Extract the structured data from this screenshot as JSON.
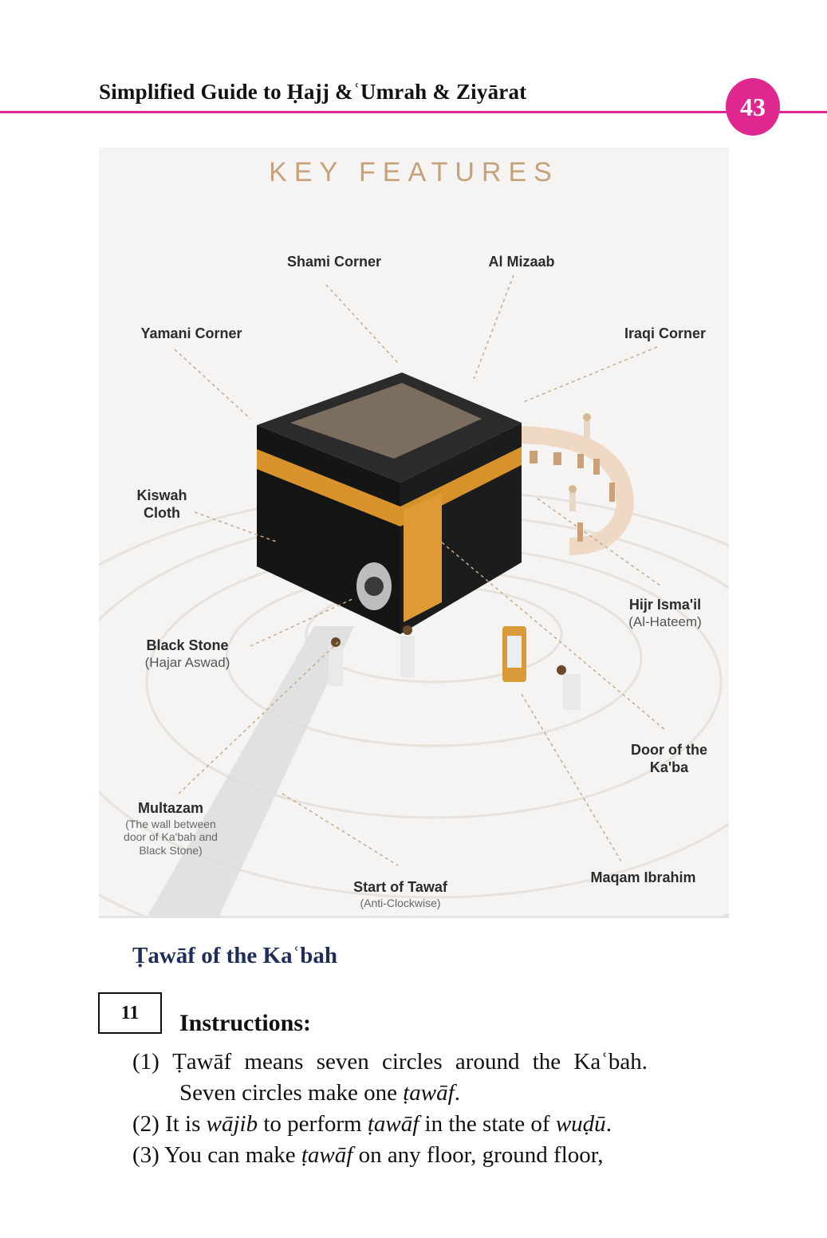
{
  "header": {
    "running_title": "Simplified Guide to Ḥajj &ʿUmrah & Ziyārat",
    "page_number": "43",
    "accent_color": "#e0268f"
  },
  "figure": {
    "title": "KEY FEATURES",
    "labels": {
      "shami_corner": "Shami Corner",
      "al_mizaab": "Al Mizaab",
      "yamani_corner": "Yamani Corner",
      "iraqi_corner": "Iraqi Corner",
      "kiswah_1": "Kiswah",
      "kiswah_2": "Cloth",
      "hijr_title": "Hijr Isma'il",
      "hijr_sub": "(Al-Hateem)",
      "black_stone_title": "Black Stone",
      "black_stone_sub": "(Hajar Aswad)",
      "door_1": "Door of the",
      "door_2": "Ka'ba",
      "multazam_title": "Multazam",
      "multazam_sub1": "(The wall between",
      "multazam_sub2": "door of Ka'bah and",
      "multazam_sub3": "Black Stone)",
      "maqam": "Maqam Ibrahim",
      "start_title": "Start of Tawaf",
      "start_sub": "(Anti-Clockwise)"
    }
  },
  "section": {
    "title": "Ṭawāf of the Kaʿbah",
    "step_number": "11",
    "step_heading": "Instructions:",
    "instructions": {
      "i1_num": "(1)",
      "i1_a": "Ṭawāf means seven circles around the Kaʿbah.",
      "i1_b_pre": "Seven circles make one ",
      "i1_b_it": "ṭawāf",
      "i1_b_post": ".",
      "i2_num": "(2)",
      "i2_pre": " It is ",
      "i2_it1": "wājib",
      "i2_mid": " to perform ",
      "i2_it2": "ṭawāf",
      "i2_mid2": " in the state of ",
      "i2_it3": "wuḍū",
      "i2_post": ".",
      "i3_num": "(3)",
      "i3_pre": " You can make ",
      "i3_it": "ṭawāf",
      "i3_post": " on any floor, ground floor,"
    }
  }
}
